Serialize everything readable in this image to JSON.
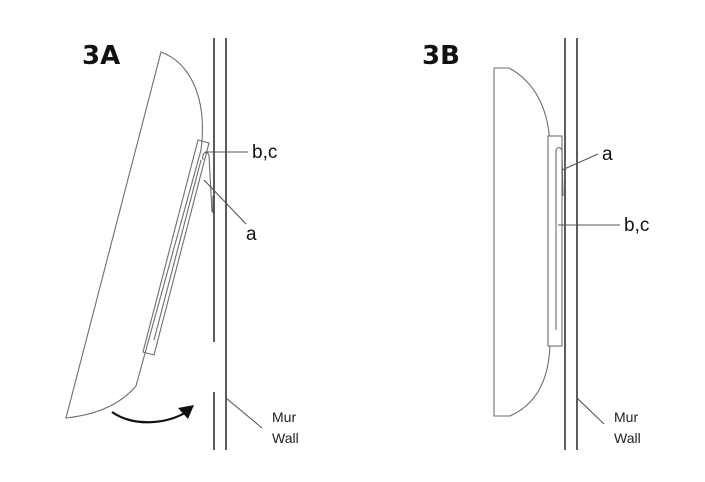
{
  "figures": [
    {
      "id": "3A",
      "title": "3A",
      "callouts": [
        {
          "label": "b,c"
        },
        {
          "label": "a"
        }
      ],
      "wall_label_fr": "Mur",
      "wall_label_en": "Wall"
    },
    {
      "id": "3B",
      "title": "3B",
      "callouts": [
        {
          "label": "a"
        },
        {
          "label": "b,c"
        }
      ],
      "wall_label_fr": "Mur",
      "wall_label_en": "Wall"
    }
  ],
  "colors": {
    "outline": "#6e6e6e",
    "wall": "#333333",
    "text": "#111111"
  }
}
